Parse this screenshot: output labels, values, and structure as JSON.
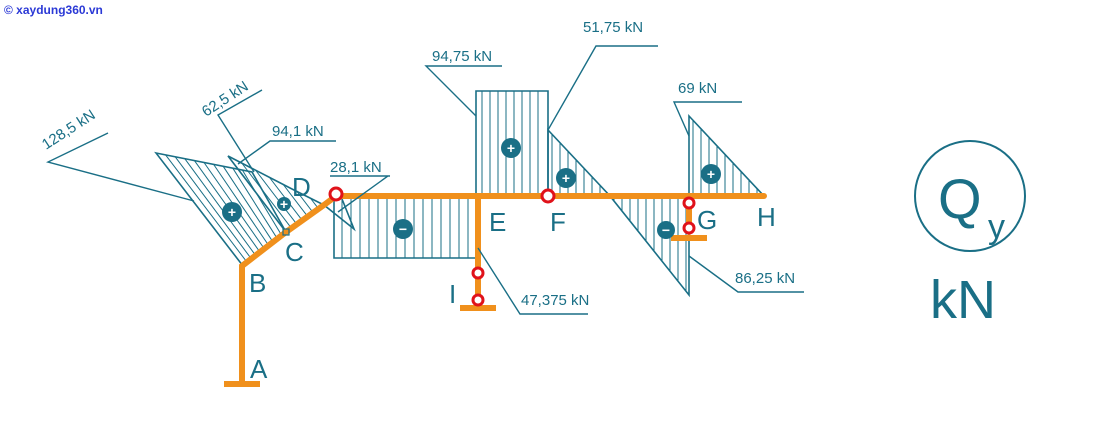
{
  "watermark": "© xaydung360.vn",
  "diagram": {
    "symbol": "Q",
    "symbol_subscript": "y",
    "unit": "kN"
  },
  "values": {
    "v128": "128,5 kN",
    "v62": "62,5 kN",
    "v94_1": "94,1 kN",
    "v28": "28,1 kN",
    "v94_75": "94,75 kN",
    "v51": "51,75 kN",
    "v69": "69 kN",
    "v86": "86,25 kN",
    "v47": "47,375 kN"
  },
  "nodes": {
    "A": "A",
    "B": "B",
    "C": "C",
    "D": "D",
    "E": "E",
    "F": "F",
    "G": "G",
    "H": "H",
    "I": "I"
  },
  "signs": {
    "s1": "+",
    "s2": "+",
    "s3": "−",
    "s4": "+",
    "s5": "+",
    "s6": "−",
    "s7": "+"
  },
  "colors": {
    "frame": "#f0901c",
    "diagram": "#1a6f86",
    "hinge": "#e0121a",
    "watermark": "#2b39d6"
  }
}
